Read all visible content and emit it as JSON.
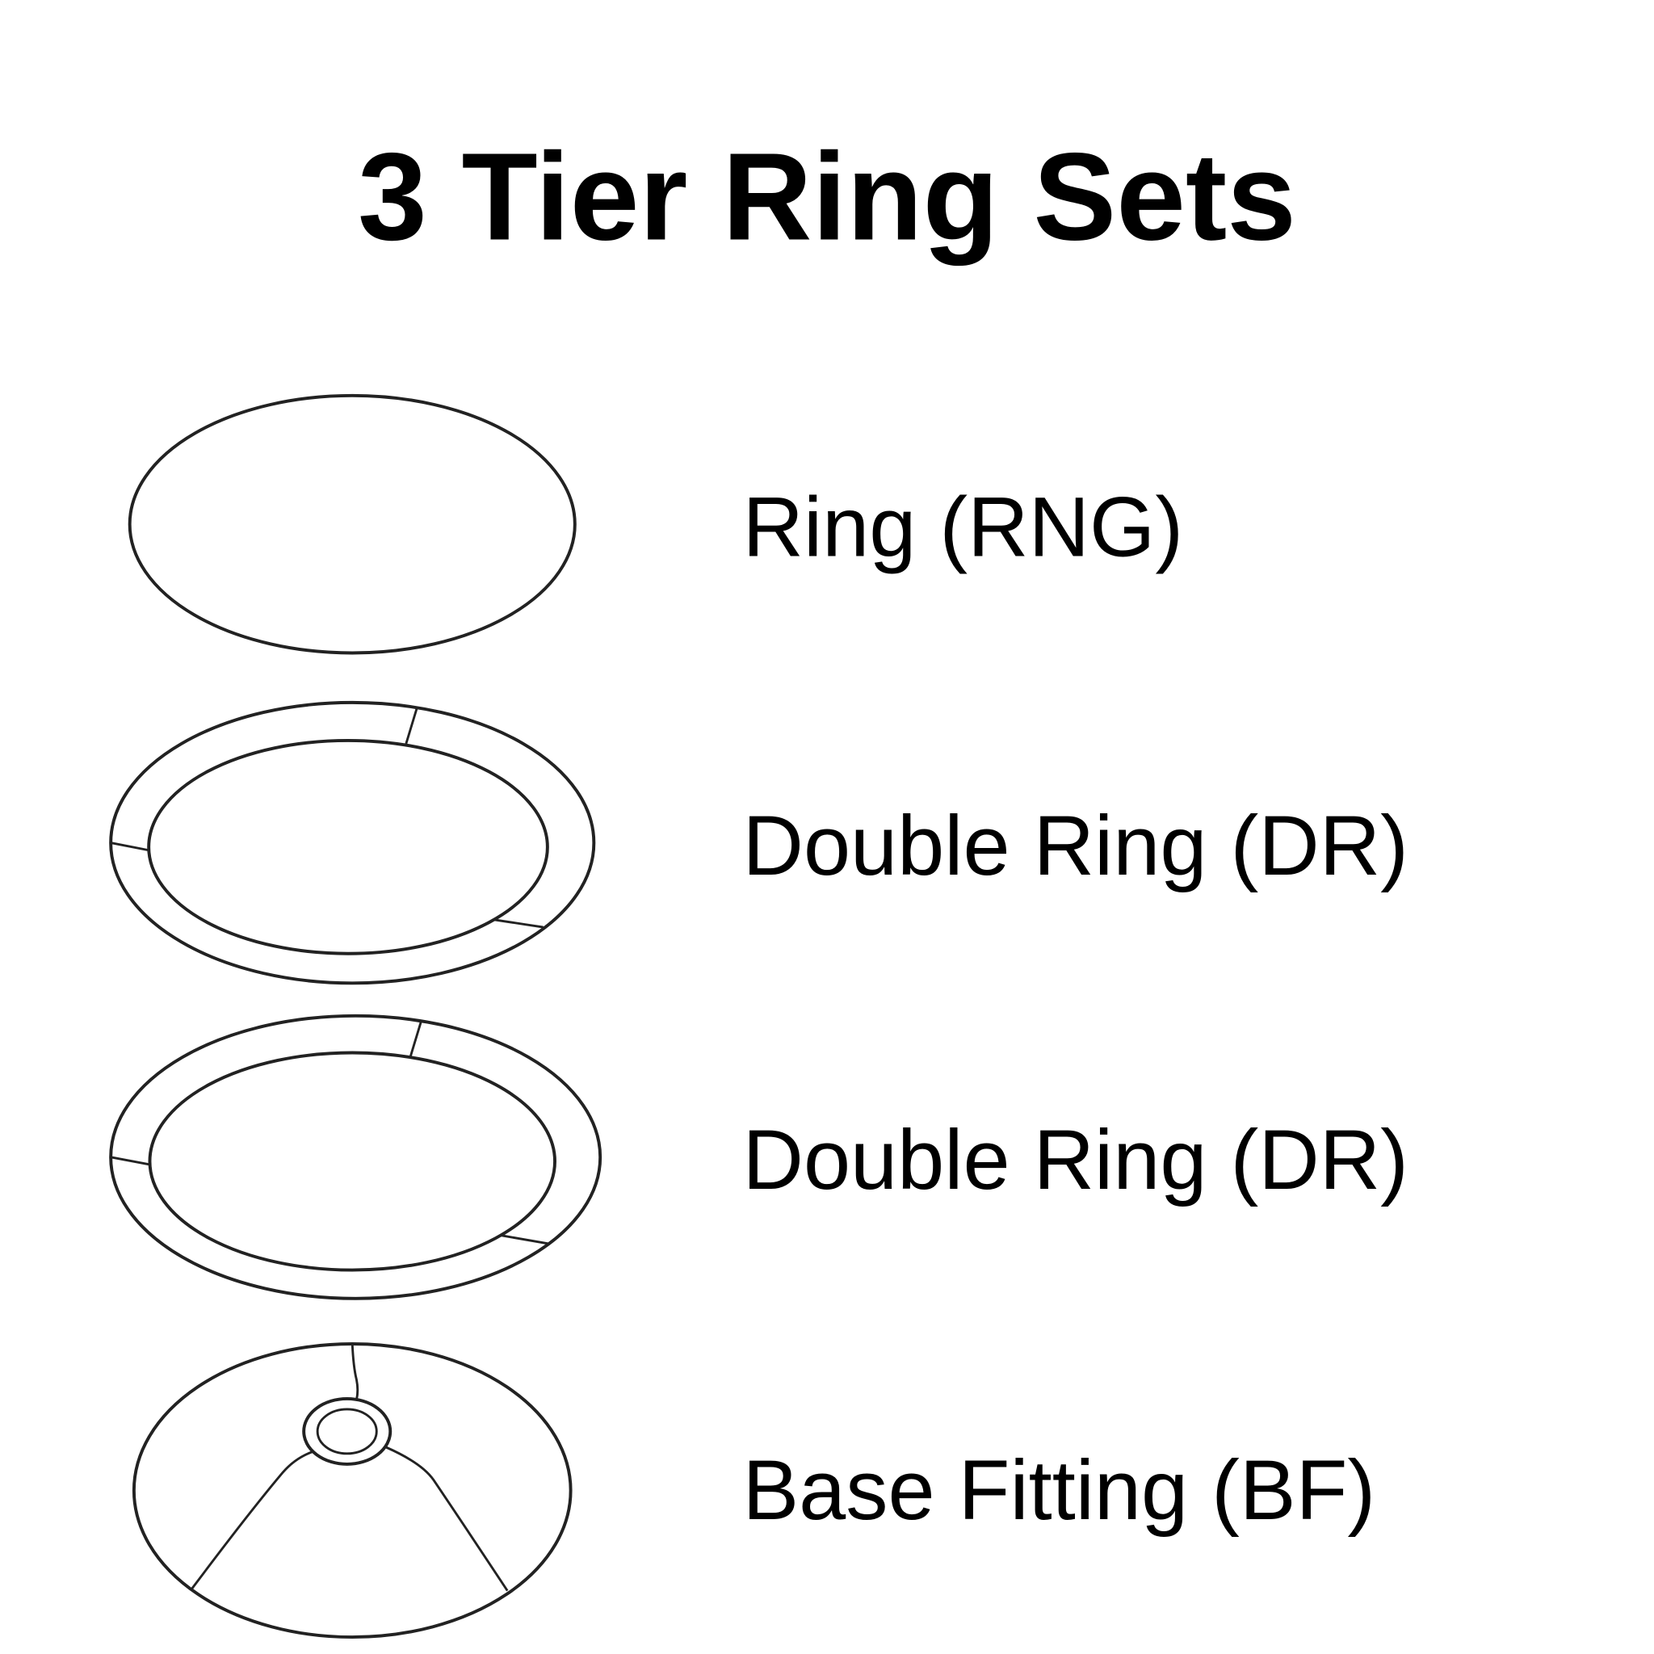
{
  "title": "3 Tier Ring Sets",
  "items": [
    {
      "label": "Ring (RNG)",
      "icon": "ring-icon"
    },
    {
      "label": "Double Ring (DR)",
      "icon": "double-ring-icon"
    },
    {
      "label": "Double Ring (DR)",
      "icon": "double-ring-icon"
    },
    {
      "label": "Base Fitting (BF)",
      "icon": "base-fitting-icon"
    }
  ],
  "colors": {
    "stroke": "#222222",
    "text": "#000000",
    "background": "#ffffff"
  }
}
